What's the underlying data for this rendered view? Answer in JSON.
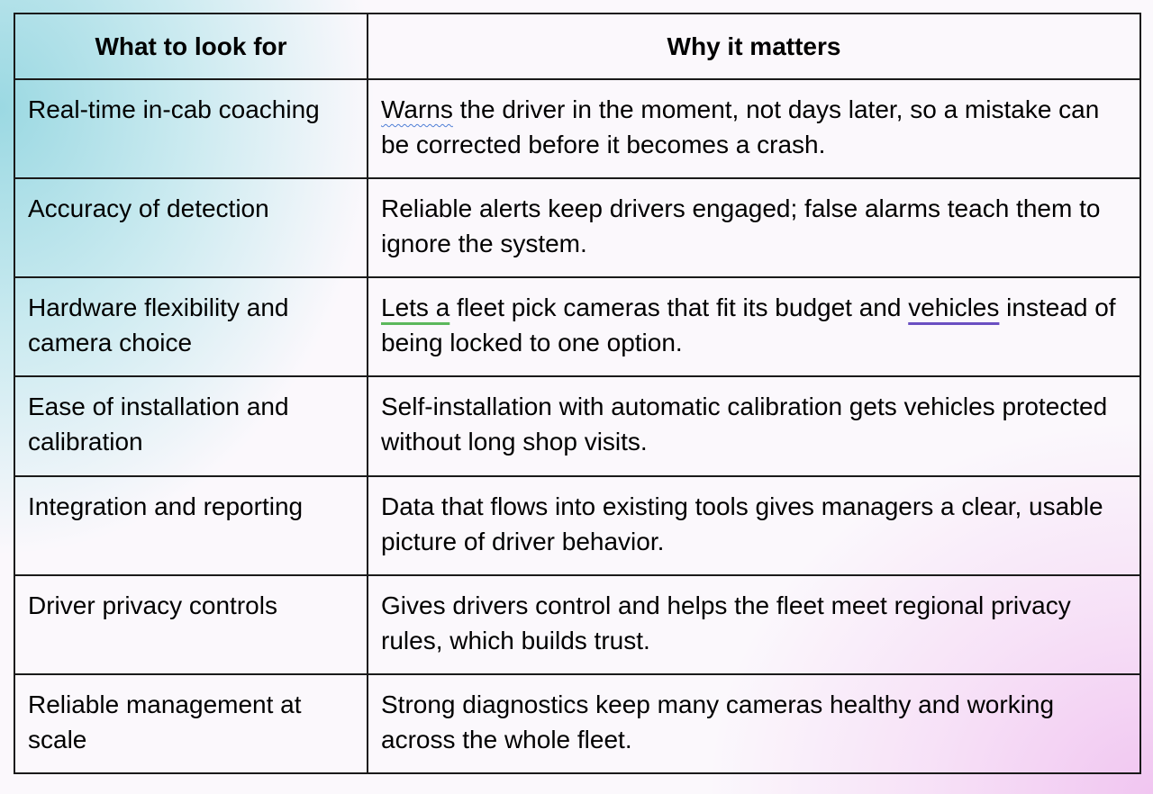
{
  "table": {
    "headers": [
      "What to look for",
      "Why it matters"
    ],
    "rows": [
      {
        "feature": "Real-time in-cab coaching",
        "why_marked": "Warns",
        "why_rest": " the driver in the moment, not days later, so a mistake can be corrected before it becomes a crash."
      },
      {
        "feature": "Accuracy of detection",
        "why": "Reliable alerts keep drivers engaged; false alarms teach them to ignore the system."
      },
      {
        "feature": "Hardware flexibility and camera choice",
        "why_a": "Lets a",
        "why_b": " fleet pick cameras that fit its budget and ",
        "why_c": "vehicles",
        "why_d": " instead of being locked to one option."
      },
      {
        "feature": "Ease of installation and calibration",
        "why": "Self-installation with automatic calibration gets vehicles protected without long shop visits."
      },
      {
        "feature": "Integration and reporting",
        "why": "Data that flows into existing tools gives managers a clear, usable picture of driver behavior."
      },
      {
        "feature": "Driver privacy controls",
        "why": "Gives drivers control and helps the fleet meet regional privacy rules, which builds trust."
      },
      {
        "feature": "Reliable management at scale",
        "why": "Strong diagnostics keep many cameras healthy and working across the whole fleet."
      }
    ]
  },
  "colors": {
    "spellcheck_underline": "#4f7fd6",
    "grammar_underline": "#5cb85c",
    "style_underline": "#6a4fc2",
    "gradient_left": "#96d7e1",
    "gradient_right": "#f0c3f0"
  }
}
